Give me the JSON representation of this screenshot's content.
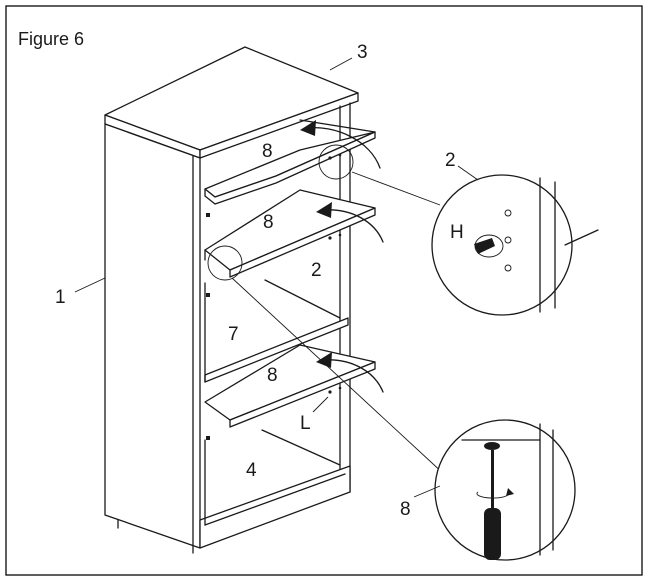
{
  "figure": {
    "title": "Figure 6",
    "callouts": {
      "side_panel": "1",
      "detail_panel": "2",
      "back_panel": "2",
      "top_panel": "3",
      "bottom_shelf": "4",
      "fixed_shelf": "7",
      "shelf_top": "8",
      "shelf_middle": "8",
      "shelf_lower": "8",
      "detail_shelf": "8",
      "hole": "H",
      "pin": "L"
    }
  }
}
